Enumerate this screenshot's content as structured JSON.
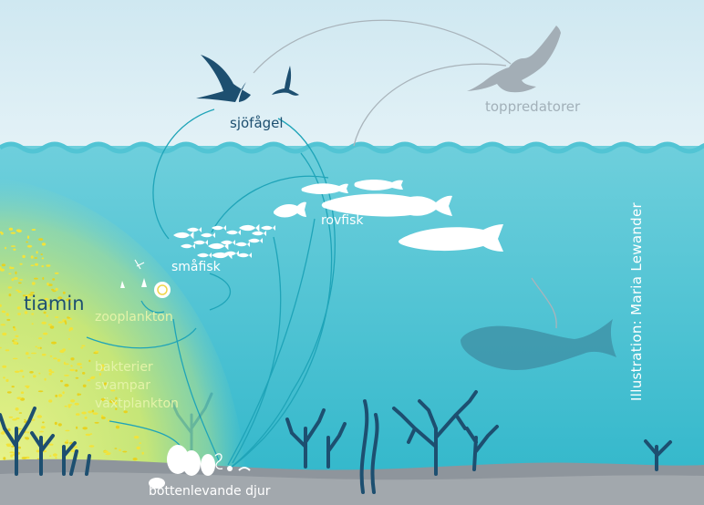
{
  "labels": {
    "seabirds": "sjöfågel",
    "top_predators": "toppredatorer",
    "predatory_fish": "rovfisk",
    "small_fish": "småfisk",
    "thiamine": "tiamin",
    "zooplankton": "zooplankton",
    "producers": [
      "bakterier",
      "svampar",
      "växtplankton"
    ],
    "benthic_animals": "bottenlevande djur"
  },
  "credit": "Illustration: Maria Lewander",
  "icons": {
    "seabirds": "flying-seabird-icons",
    "top_predator": "eagle-icon",
    "predatory_fish": "pike-and-salmon-icons",
    "small_fish": "small-fish-school-icons",
    "zooplankton": "zooplankton-icons",
    "benthos": "mussel-and-worm-icons",
    "seal": "seal-icon"
  },
  "colors": {
    "sky": "#d6ecf3",
    "water_top": "#5bc7d5",
    "water_bottom": "#2fb8cb",
    "wave": "#4fc3d3",
    "seabed": "#8f969d",
    "thiamine_glow": "#d9ee6c",
    "plankton": "#f0e640",
    "dark_accent": "#1d4f70",
    "grey_accent": "#a3aeb6"
  }
}
